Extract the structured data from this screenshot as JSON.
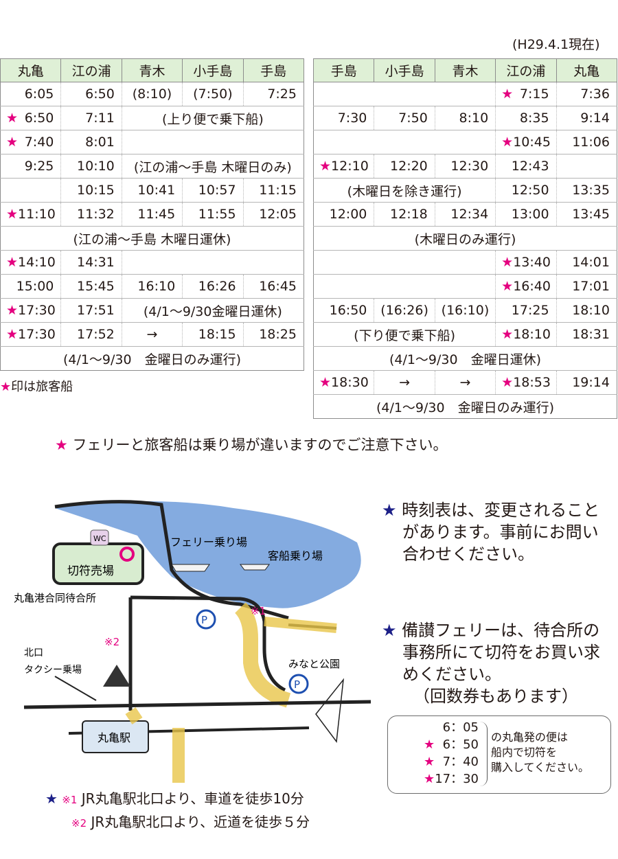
{
  "date_note": "(H29.4.1現在)",
  "left_table": {
    "headers": [
      "丸亀",
      "江の浦",
      "青木",
      "小手島",
      "手島"
    ],
    "r1": [
      "6:05",
      "6:50",
      "(8:10)",
      "(7:50)",
      "7:25"
    ],
    "r2": [
      "★",
      "6:50",
      "7:11",
      "(上り便で乗下船)"
    ],
    "r3": [
      "★",
      "7:40",
      "8:01"
    ],
    "r4": [
      "9:25",
      "10:10",
      "(江の浦～手島 木曜日のみ)"
    ],
    "r5": [
      "10:15",
      "10:41",
      "10:57",
      "11:15"
    ],
    "r6": [
      "★",
      "11:10",
      "11:32",
      "11:45",
      "11:55",
      "12:05"
    ],
    "r7": [
      "(江の浦～手島 木曜日運休)"
    ],
    "r8": [
      "★",
      "14:10",
      "14:31"
    ],
    "r9": [
      "15:00",
      "15:45",
      "16:10",
      "16:26",
      "16:45"
    ],
    "r10": [
      "★",
      "17:30",
      "17:51",
      "(4/1～9/30金曜日運休)"
    ],
    "r11": [
      "★",
      "17:30",
      "17:52",
      "→",
      "18:15",
      "18:25"
    ],
    "r12": [
      "(4/1～9/30　金曜日のみ運行)"
    ]
  },
  "right_table": {
    "headers": [
      "手島",
      "小手島",
      "青木",
      "江の浦",
      "丸亀"
    ],
    "r1": [
      "★",
      "7:15",
      "7:36"
    ],
    "r2": [
      "7:30",
      "7:50",
      "8:10",
      "8:35",
      "9:14"
    ],
    "r3": [
      "★",
      "10:45",
      "11:06"
    ],
    "r4": [
      "★",
      "12:10",
      "12:20",
      "12:30",
      "12:43"
    ],
    "r5": [
      "(木曜日を除き運行)",
      "12:50",
      "13:35"
    ],
    "r6": [
      "12:00",
      "12:18",
      "12:34",
      "13:00",
      "13:45"
    ],
    "r7": [
      "(木曜日のみ運行)"
    ],
    "r8": [
      "★",
      "13:40",
      "14:01"
    ],
    "r9": [
      "★",
      "16:40",
      "17:01"
    ],
    "r10": [
      "16:50",
      "(16:26)",
      "(16:10)",
      "17:25",
      "18:10"
    ],
    "r11": [
      "(下り便で乗下船)",
      "★",
      "18:10",
      "18:31"
    ],
    "r12": [
      "(4/1～9/30　金曜日運休)"
    ],
    "r13": [
      "★",
      "18:30",
      "→",
      "→",
      "★",
      "18:53",
      "19:14"
    ],
    "r14": [
      "(4/1～9/30　金曜日のみ運行)"
    ]
  },
  "legend": {
    "star": "★",
    "text": "印は旅客船"
  },
  "notice": {
    "star": "★",
    "text": " フェリーと旅客船は乗り場が違いますのでご注意下さい。"
  },
  "map": {
    "ticket_office": "切符売場",
    "ferry_pier": "フェリー乗り場",
    "passenger_pier": "客船乗り場",
    "waiting_room": "丸亀港合同待合所",
    "mark1": "※1",
    "mark2": "※2",
    "north_exit": "北口",
    "taxi": "タクシー乗場",
    "park": "みなと公園",
    "station": "丸亀駅",
    "wc": "WC",
    "parking": "P"
  },
  "note1": {
    "star": "★",
    "lines": [
      "時刻表は、変更されること",
      "があります。事前にお問い",
      "合わせください。"
    ]
  },
  "note2": {
    "star": "★",
    "lines": [
      "備讃フェリーは、待合所の",
      "事務所にて切符をお買い求",
      "めください。",
      "（回数券もあります）"
    ]
  },
  "box": {
    "t1": "6：05",
    "t2": "6：50",
    "t3": "7：40",
    "t4": "17：30",
    "star": "★",
    "text_lines": [
      "の丸亀発の便は",
      "船内で切符を",
      "購入してください。"
    ]
  },
  "walk": {
    "star": "★",
    "m1": "※1",
    "l1": " JR丸亀駅北口より、車道を徒歩10分",
    "m2": "※2",
    "l2": " JR丸亀駅北口より、近道を徒歩５分"
  },
  "colors": {
    "header_bg": "#dff0d6",
    "star": "#e4007f",
    "note_star": "#1d2088",
    "sea": "#5b8fd6",
    "road": "#e8c54a"
  }
}
